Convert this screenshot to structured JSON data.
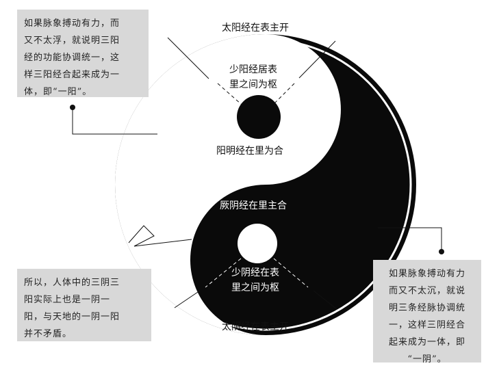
{
  "labels": {
    "top": "太阳经在表主开",
    "shaoyang_line1": "少阳经居表",
    "shaoyang_line2": "里之间为枢",
    "yangming": "阳明经在里为合",
    "jueyin": "厥阴经在里主合",
    "shaoyin_line1": "少阴经在表",
    "shaoyin_line2": "里之间为枢",
    "bottom": "太阴经在表主开"
  },
  "notes": {
    "top_left": [
      "如果脉象搏动有力，而",
      "又不太浮，就说明三阳",
      "经的功能协调统一，这",
      "样三阳经合起来成为一",
      "体，即“一阳”。"
    ],
    "bottom_left": [
      "所以，人体中的三阴三",
      "阳实际上也是一阴一",
      "阳，与天地的一阴一阳",
      "并不矛盾。"
    ],
    "bottom_right": [
      "如果脉象搏动有力",
      "而又不太沉，就说",
      "明三条经脉协调统",
      "一，这样三阴经合",
      "起来成为一体，即",
      "“一阴”。"
    ]
  },
  "colors": {
    "yin": "#0a0a0a",
    "yang": "#ffffff",
    "note_bg": "#d8d8d8"
  }
}
